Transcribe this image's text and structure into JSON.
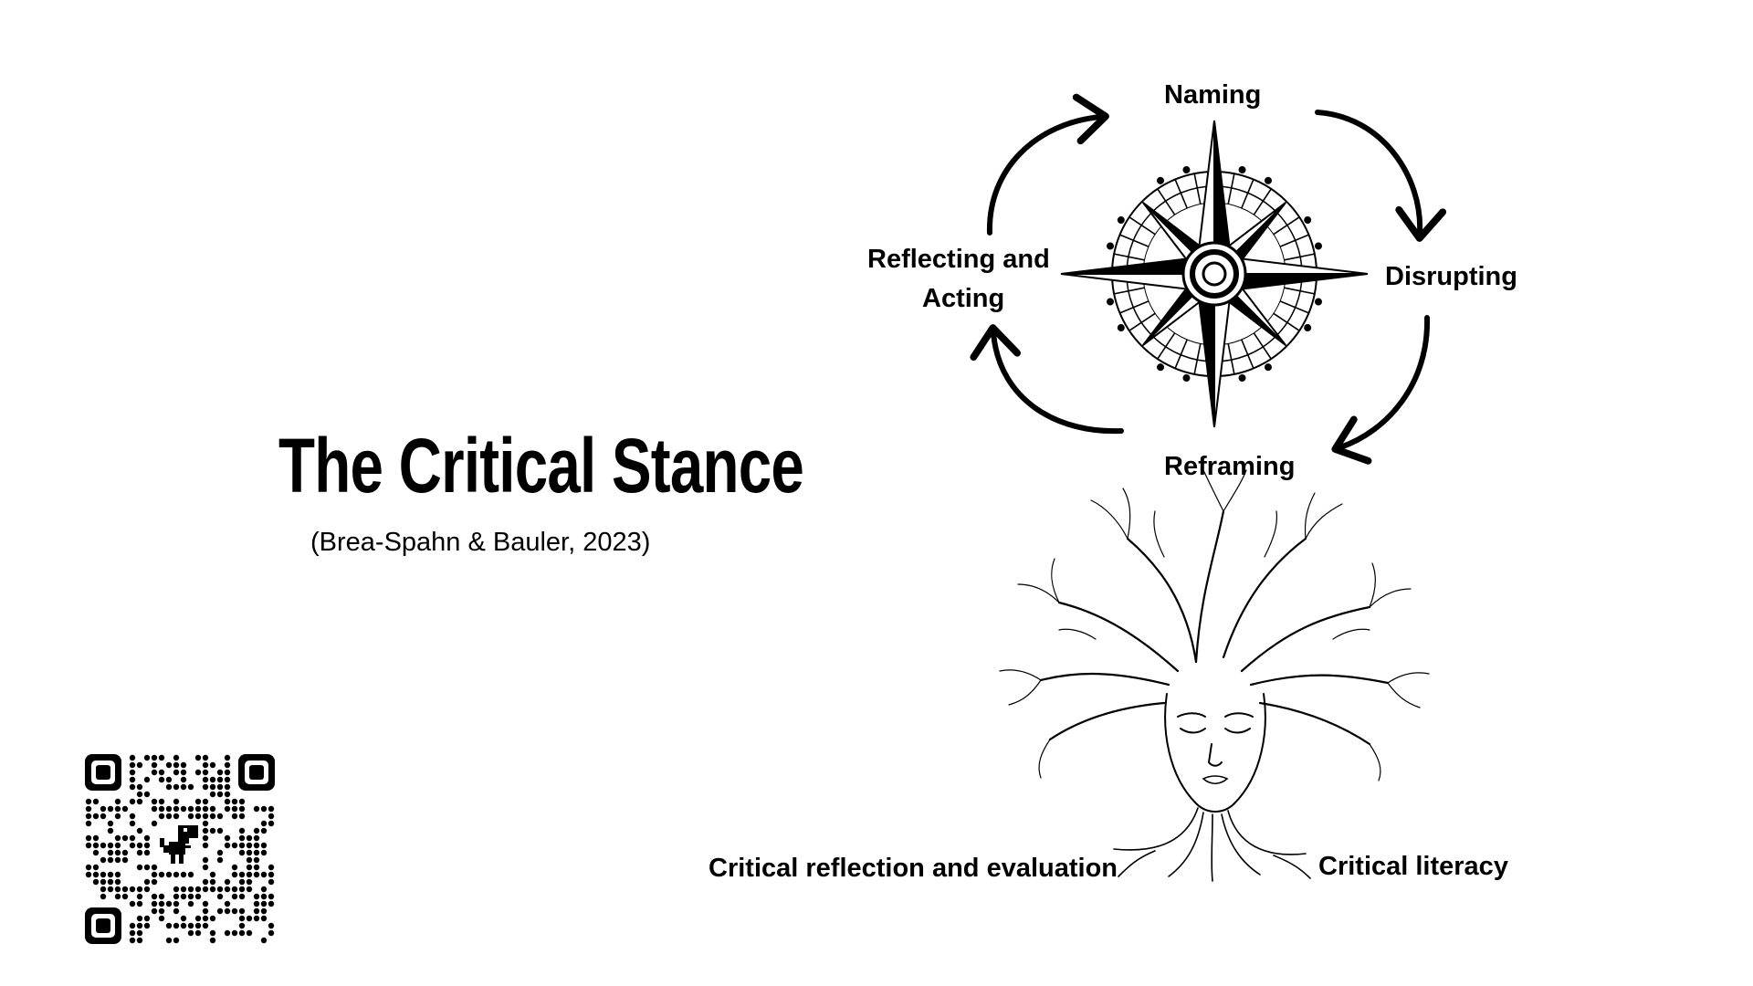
{
  "slide": {
    "title": "The Critical Stance",
    "citation": "(Brea-Spahn & Bauler, 2023)"
  },
  "cycle": {
    "labels": {
      "naming": "Naming",
      "disrupting": "Disrupting",
      "reframing": "Reframing",
      "reflecting_line1": "Reflecting and",
      "reflecting_line2": "Acting"
    }
  },
  "tree": {
    "left_label": "Critical reflection and evaluation",
    "right_label": "Critical literacy"
  },
  "icons": {
    "compass": "compass-rose-icon",
    "tree_head": "tree-head-illustration",
    "qr": "qr-code-icon",
    "dino": "dinosaur-icon"
  },
  "colors": {
    "ink": "#000000",
    "background": "#ffffff"
  }
}
